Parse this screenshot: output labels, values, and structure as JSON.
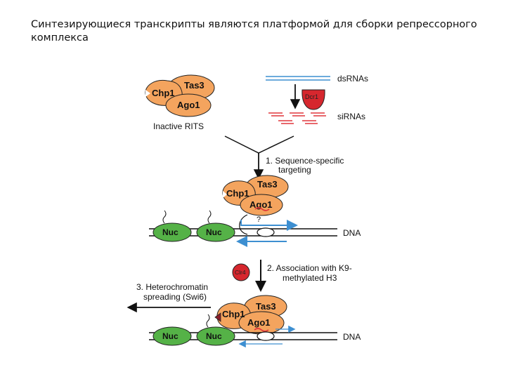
{
  "slide": {
    "title": "Синтезирующиеся транскрипты являются платформой для сборки репрессорного комплекса"
  },
  "diagram": {
    "labels": {
      "chp1": "Chp1",
      "tas3": "Tas3",
      "ago1": "Ago1",
      "inactive_rits": "Inactive RITS",
      "dsrnas": "dsRNAs",
      "dcr1": "Dcr1",
      "sirnas": "siRNAs",
      "step1_line1": "1. Sequence-specific",
      "step1_line2": "targeting",
      "nuc": "Nuc",
      "dna": "DNA",
      "question": "?",
      "clr4": "Clr4",
      "step2_line1": "2. Association with K9-",
      "step2_line2": "methylated H3",
      "step3_line1": "3. Heterochromatin",
      "step3_line2": "spreading (Swi6)"
    },
    "colors": {
      "protein_orange": "#f4a45e",
      "nucleosome_green": "#55b247",
      "enzyme_red": "#d6272e",
      "rna_blue": "#3d8fd1",
      "sirna_red": "#e0373b",
      "arrow_black": "#111111"
    }
  }
}
